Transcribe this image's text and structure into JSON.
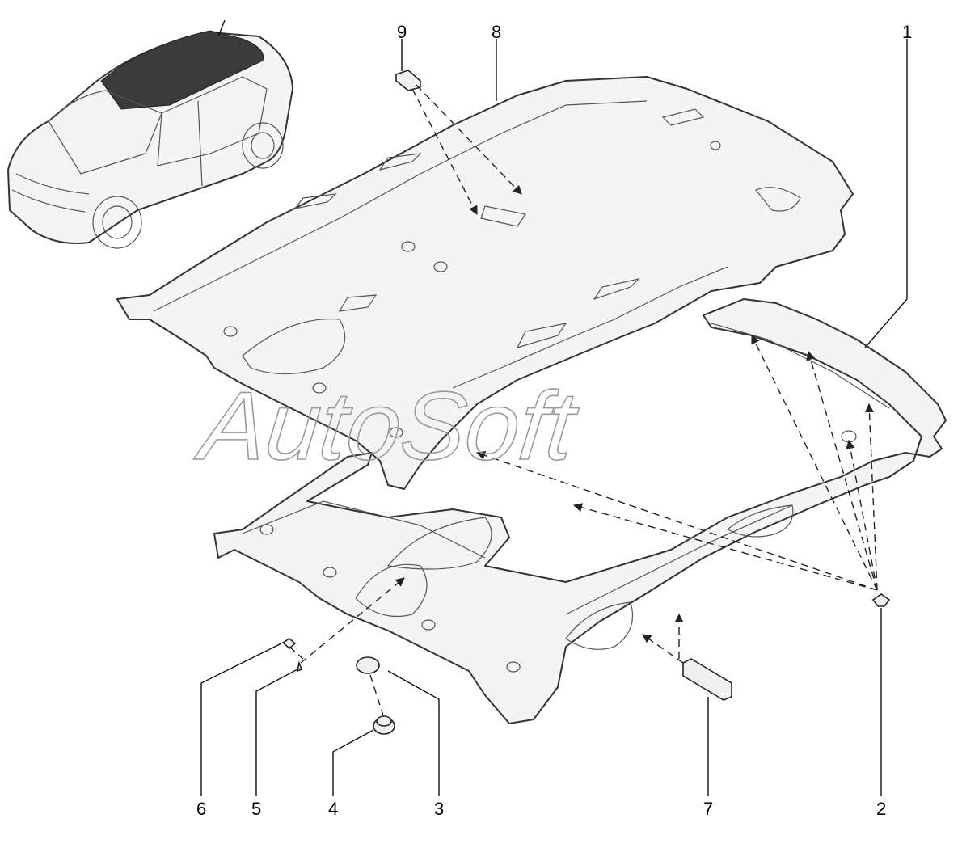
{
  "watermark": "AutoSoft",
  "callouts": {
    "c1": "1",
    "c2": "2",
    "c3": "3",
    "c4": "4",
    "c5": "5",
    "c6": "6",
    "c7": "7",
    "c8": "8",
    "c9": "9"
  }
}
